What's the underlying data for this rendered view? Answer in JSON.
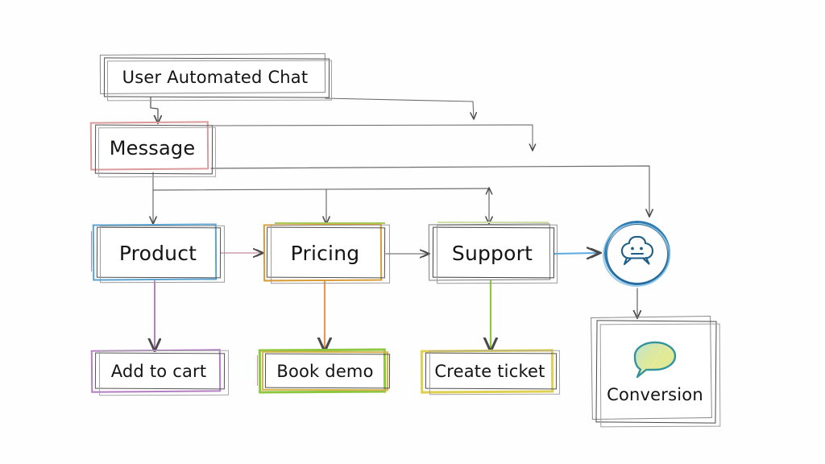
{
  "diagram": {
    "type": "flowchart",
    "style": "hand-drawn sketch",
    "background_color": "#fefefe",
    "title_node": "User Automated Chat",
    "nodes": [
      {
        "id": "user_automated_chat",
        "label": "User Automated Chat",
        "outline_color": "#5a5a5a",
        "shape": "rect"
      },
      {
        "id": "message",
        "label": "Message",
        "outline_color": "#d98f8f",
        "shape": "rect"
      },
      {
        "id": "product",
        "label": "Product",
        "outline_color": "#5ba3d0",
        "shape": "rect"
      },
      {
        "id": "pricing",
        "label": "Pricing",
        "outline_color": "#d99b33",
        "shape": "rect"
      },
      {
        "id": "support",
        "label": "Support",
        "outline_color": "#6e6e6e",
        "shape": "rect"
      },
      {
        "id": "add_to_cart",
        "label": "Add to cart",
        "outline_color": "#b47ec4",
        "shape": "rect"
      },
      {
        "id": "book_demo",
        "label": "Book demo",
        "outline_color": "#8dc63f",
        "shape": "rect"
      },
      {
        "id": "create_ticket",
        "label": "Create ticket",
        "outline_color": "#e0d050",
        "shape": "rect"
      },
      {
        "id": "chat_bot",
        "label": "",
        "outline_color": "#2f7cb5",
        "shape": "circle",
        "icon": "chat-bubble-icon"
      },
      {
        "id": "conversion",
        "label": "Conversion",
        "outline_color": "#5a5a5a",
        "shape": "rect",
        "icon": "speech-bubble-icon"
      }
    ],
    "edges": [
      {
        "from": "user_automated_chat",
        "to": "message",
        "color": "#5a5a5a"
      },
      {
        "from": "message",
        "to": "product",
        "color": "#5a5a5a"
      },
      {
        "from": "message",
        "to": "pricing",
        "color": "#5a5a5a"
      },
      {
        "from": "message",
        "to": "support",
        "color": "#5a5a5a"
      },
      {
        "from": "message",
        "to": "chat_bot",
        "color": "#5a5a5a"
      },
      {
        "from": "product",
        "to": "pricing",
        "color": "#c9a0a8"
      },
      {
        "from": "pricing",
        "to": "support",
        "color": "#7a7a7a"
      },
      {
        "from": "support",
        "to": "chat_bot",
        "color": "#5aabe0"
      },
      {
        "from": "product",
        "to": "add_to_cart",
        "color": "#b47ec4"
      },
      {
        "from": "pricing",
        "to": "book_demo",
        "color": "#e09a5a"
      },
      {
        "from": "support",
        "to": "create_ticket",
        "color": "#8dc63f"
      },
      {
        "from": "chat_bot",
        "to": "conversion",
        "color": "#5a5a5a"
      }
    ]
  },
  "colors": {
    "ink": "#3a3a3a",
    "text": "#141414",
    "blue": "#5ba3d0",
    "orange": "#d99b33",
    "purple": "#b47ec4",
    "green": "#8dc63f",
    "yellow": "#e0d050",
    "red": "#d98f8f",
    "gray": "#6e6e6e",
    "teal": "#4fb3b8"
  }
}
